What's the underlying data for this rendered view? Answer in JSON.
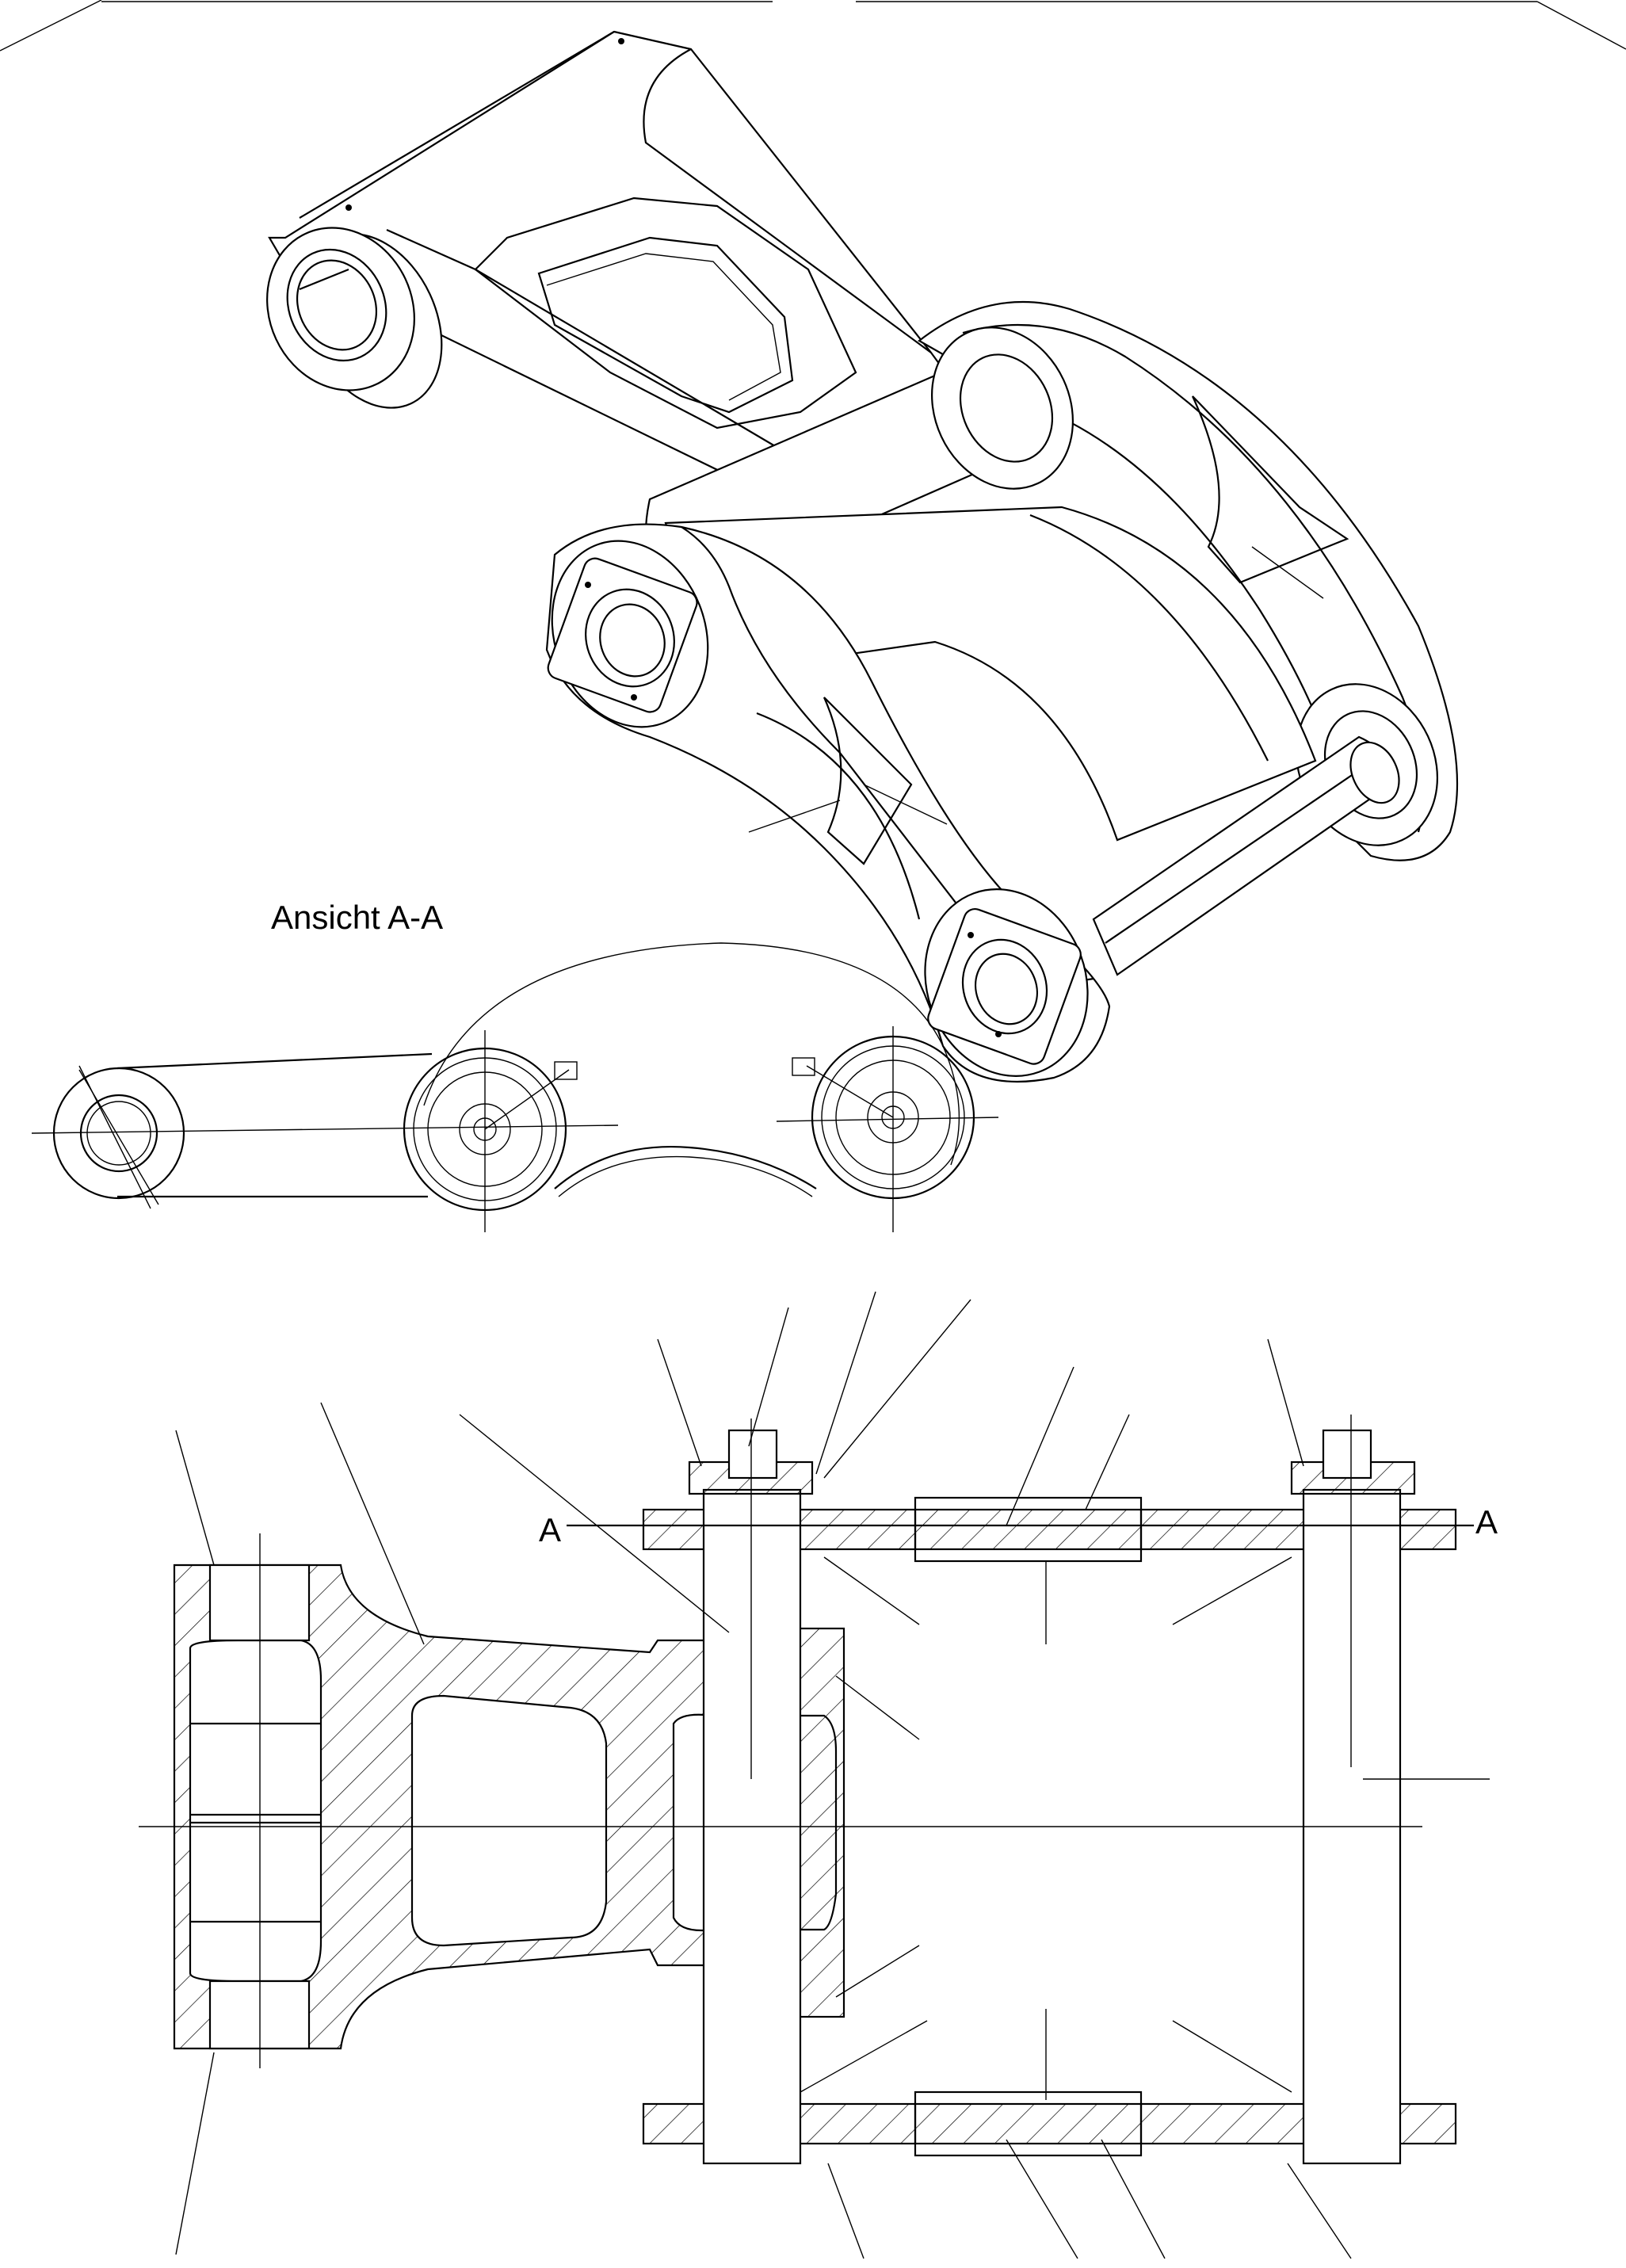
{
  "drawing": {
    "view_label": "Ansicht  A-A",
    "section_mark_left": "A",
    "section_mark_right": "A"
  },
  "colors": {
    "line": "#000000",
    "background": "#ffffff"
  }
}
